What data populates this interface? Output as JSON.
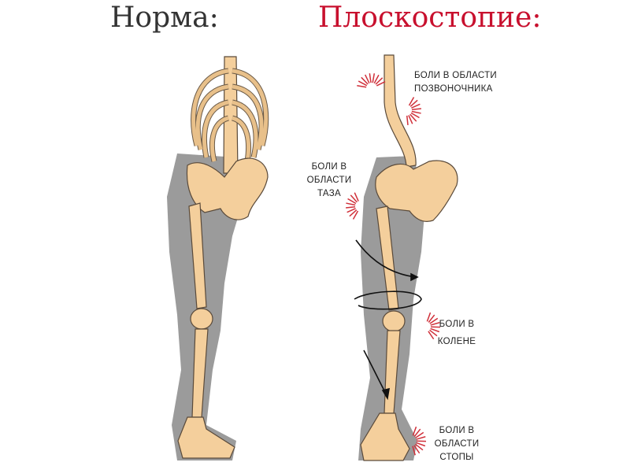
{
  "titles": {
    "normal": "Норма:",
    "flatfoot": "Плоскостопие:"
  },
  "colors": {
    "title_normal": "#333333",
    "title_flatfoot": "#c8102e",
    "bone": "#f4cf9c",
    "silhouette": "#9b9b9b",
    "pain": "#d0303a"
  },
  "labels": {
    "spine": [
      "БОЛИ В ОБЛАСТИ",
      "ПОЗВОНОЧНИКА"
    ],
    "pelvis": [
      "БОЛИ В",
      "ОБЛАСТИ",
      "ТАЗА"
    ],
    "knee": [
      "БОЛИ В",
      "КОЛЕНЕ"
    ],
    "foot": [
      "БОЛИ В",
      "ОБЛАСТИ",
      "СТОПЫ"
    ]
  }
}
